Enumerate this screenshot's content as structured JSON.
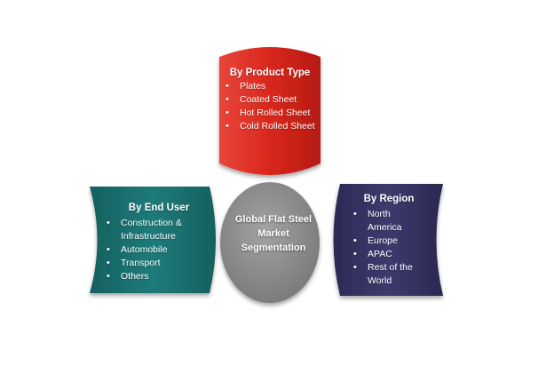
{
  "center": {
    "title_lines": [
      "Global Flat Steel",
      "Market",
      "Segmentation"
    ],
    "color": "#8c8c8c"
  },
  "product_type": {
    "title": "By Product Type",
    "items": [
      "Plates",
      "Coated Sheet",
      "Hot Rolled Sheet",
      "Cold Rolled Sheet"
    ],
    "color": "#d9271c"
  },
  "end_user": {
    "title": "By End User",
    "items": [
      "Construction &",
      "Infrastructure",
      "Automobile",
      "Transport",
      "Others"
    ],
    "color": "#1e7b7a"
  },
  "region": {
    "title": "By Region",
    "items": [
      "North",
      "America",
      "Europe",
      "APAC",
      "Rest of the",
      "World"
    ],
    "color": "#3d3a6e"
  }
}
